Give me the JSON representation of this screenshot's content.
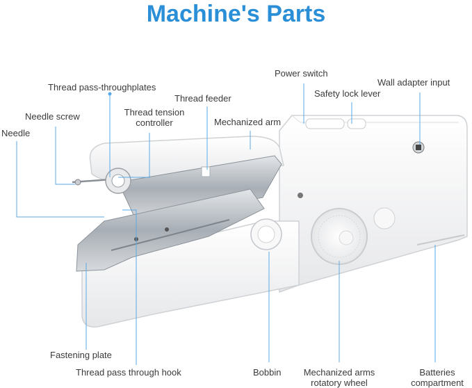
{
  "title": "Machine's Parts",
  "colors": {
    "title": "#2b8fd8",
    "leader_line": "#5aa9e6",
    "label_text": "#3a3a3a",
    "machine_body": "#f4f4f4",
    "metal": "#b9bec4"
  },
  "labels": {
    "thread_pass_throughplates": "Thread pass-throughplates",
    "thread_feeder": "Thread feeder",
    "needle_screw": "Needle screw",
    "thread_tension_controller_line1": "Thread tension",
    "thread_tension_controller_line2": "controller",
    "mechanized_arm": "Mechanized arm",
    "needle": "Needle",
    "power_switch": "Power switch",
    "safety_lock_lever": "Safety lock lever",
    "wall_adapter_input": "Wall adapter input",
    "fastening_plate": "Fastening plate",
    "thread_pass_through_hook": "Thread pass through hook",
    "bobbin": "Bobbin",
    "mechanized_arms_rotatory_wheel_line1": "Mechanized arms",
    "mechanized_arms_rotatory_wheel_line2": "rotatory wheel",
    "batteries_compartment_line1": "Batteries",
    "batteries_compartment_line2": "compartment"
  }
}
